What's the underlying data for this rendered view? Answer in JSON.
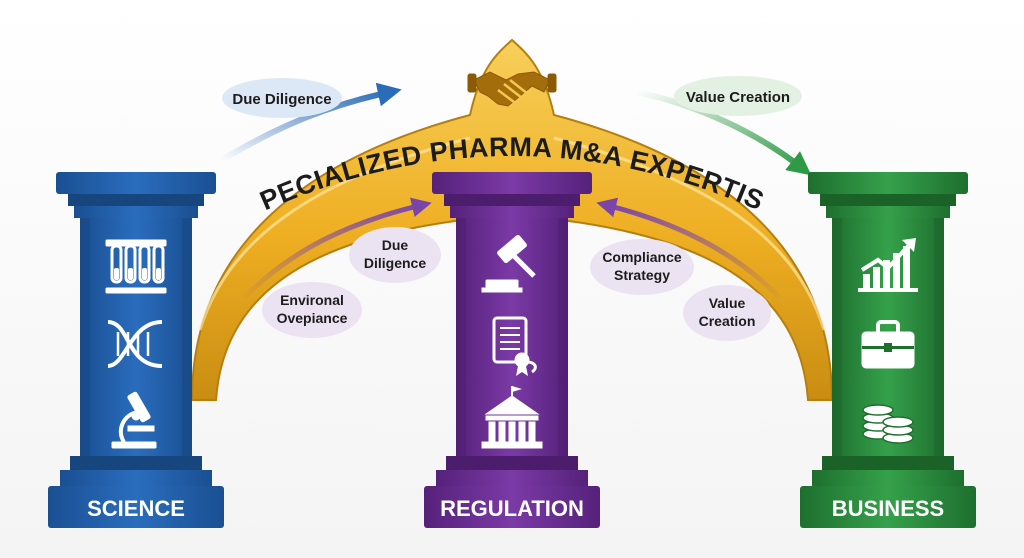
{
  "banner": {
    "title": "SPECIALIZED PHARMA M&A EXPERTISE"
  },
  "pillars": [
    {
      "label": "SCIENCE",
      "color": "#1f5fa8",
      "icons": [
        "test-tubes-icon",
        "dna-icon",
        "microscope-icon"
      ]
    },
    {
      "label": "REGULATION",
      "color": "#6b2c93",
      "icons": [
        "gavel-icon",
        "certificate-scroll-icon",
        "government-building-icon"
      ]
    },
    {
      "label": "BUSINESS",
      "color": "#2a8a3c",
      "icons": [
        "growth-chart-icon",
        "briefcase-icon",
        "coins-icon"
      ]
    }
  ],
  "top_labels": {
    "left": "Due Diligence",
    "right": "Value Creation"
  },
  "inner_labels": {
    "left_upper": [
      "Due",
      "Diligence"
    ],
    "left_lower": [
      "Environal",
      "Ovepiance"
    ],
    "right_upper": [
      "Compliance",
      "Strategy"
    ],
    "right_lower": [
      "Value",
      "Creation"
    ]
  },
  "colors": {
    "arch": "#f0b32a",
    "arch_dark": "#c98d12",
    "arrow_blue": "#2b6cb8",
    "arrow_green": "#2e9a46",
    "arrow_purple": "#7a45a8"
  },
  "top_icon": "handshake-icon"
}
